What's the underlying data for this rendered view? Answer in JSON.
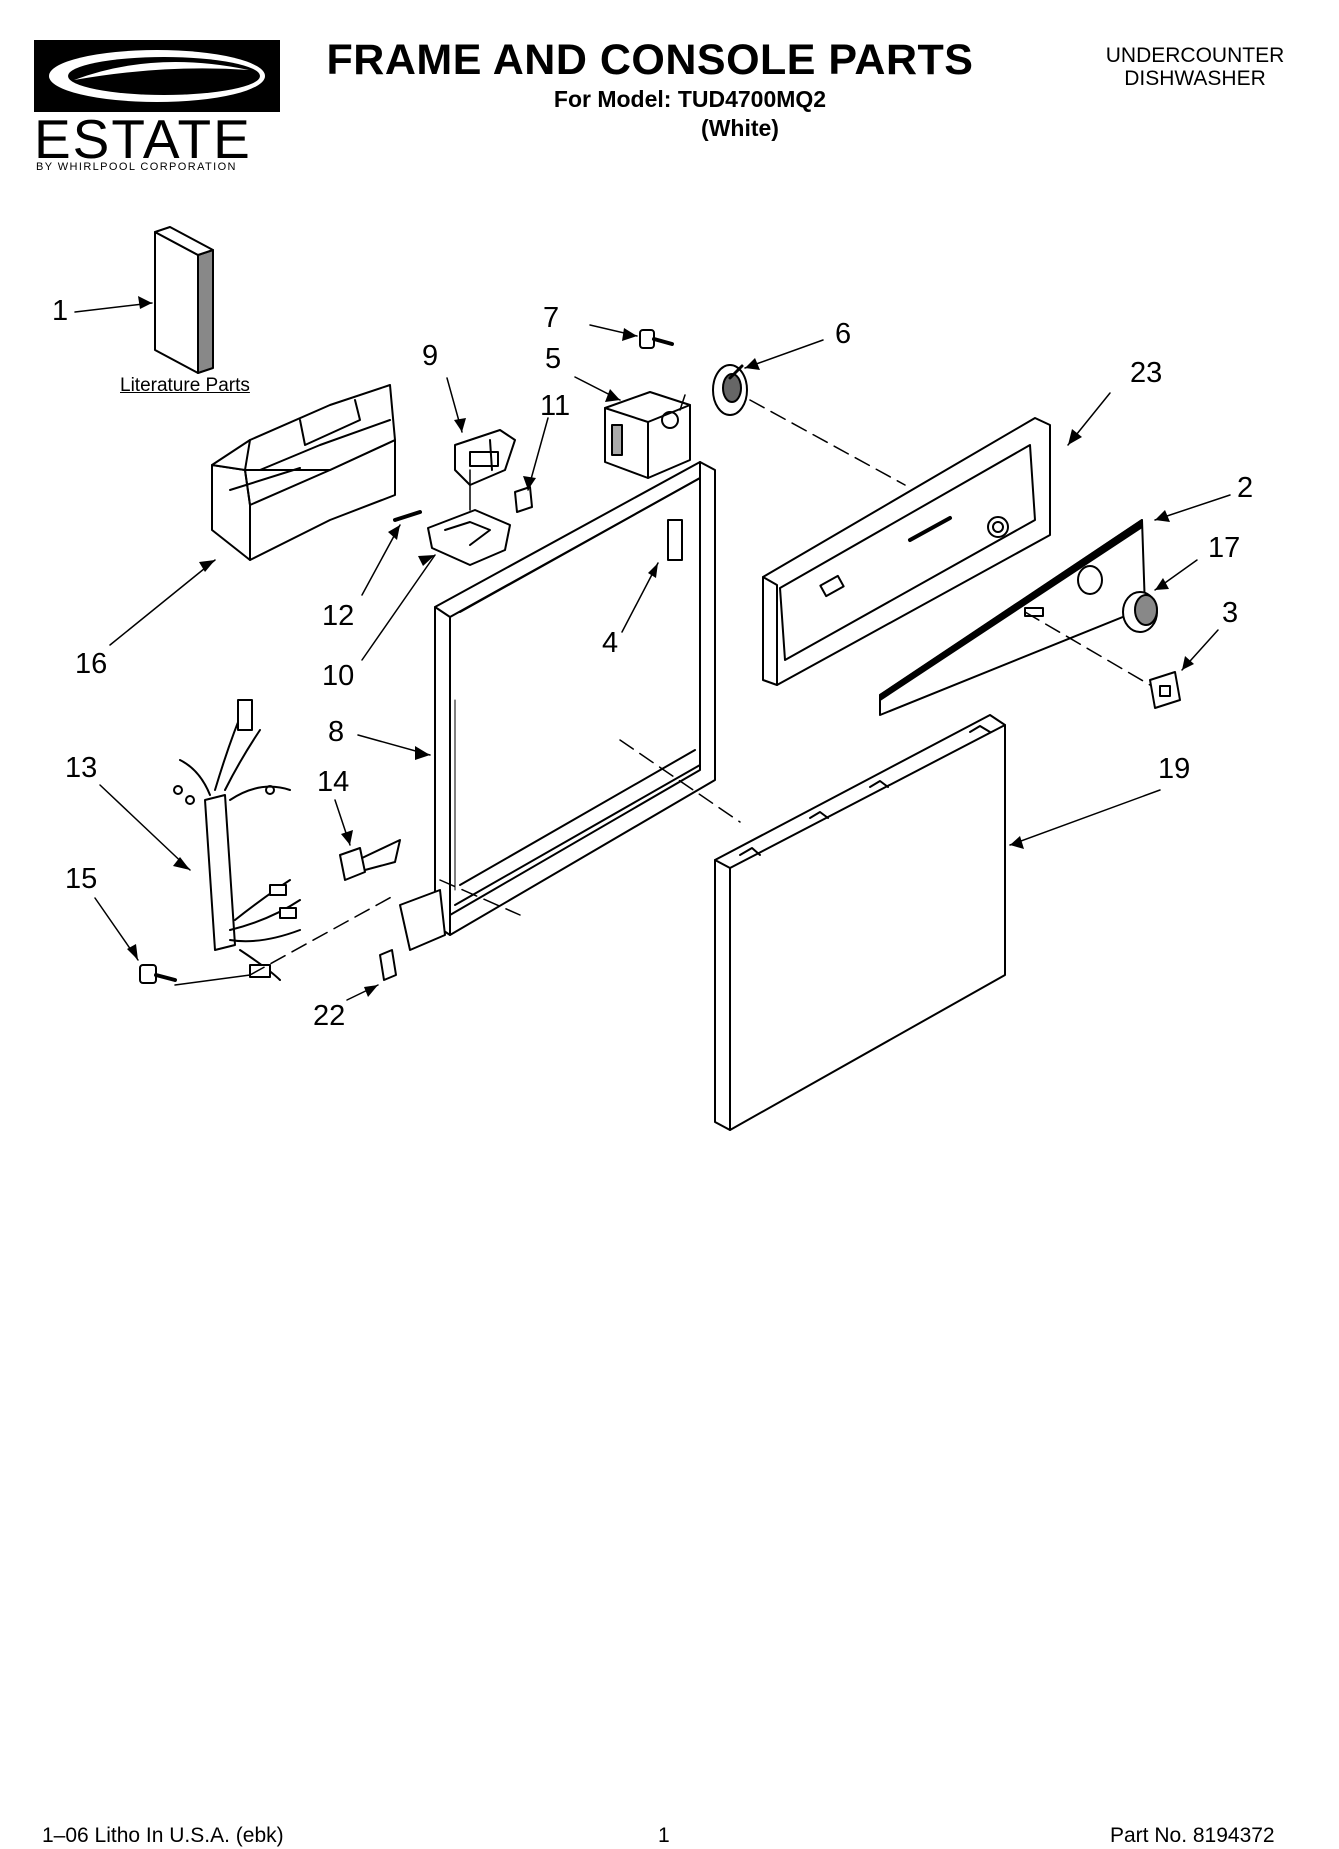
{
  "header": {
    "title": "FRAME AND CONSOLE PARTS",
    "model": "For Model: TUD4700MQ2",
    "color": "(White)",
    "product_type_line1": "UNDERCOUNTER",
    "product_type_line2": "DISHWASHER"
  },
  "logo": {
    "brand": "ESTATE",
    "subtitle": "BY WHIRLPOOL CORPORATION"
  },
  "diagram": {
    "literature_label": "Literature Parts",
    "callouts": {
      "c1": "1",
      "c2": "2",
      "c3": "3",
      "c4": "4",
      "c5": "5",
      "c6": "6",
      "c7": "7",
      "c8": "8",
      "c9": "9",
      "c10": "10",
      "c11": "11",
      "c12": "12",
      "c13": "13",
      "c14": "14",
      "c15": "15",
      "c16": "16",
      "c17": "17",
      "c19": "19",
      "c22": "22",
      "c23": "23"
    }
  },
  "footer": {
    "litho": "1–06 Litho In U.S.A. (ebk)",
    "page": "1",
    "part_no": "Part No. 8194372"
  }
}
